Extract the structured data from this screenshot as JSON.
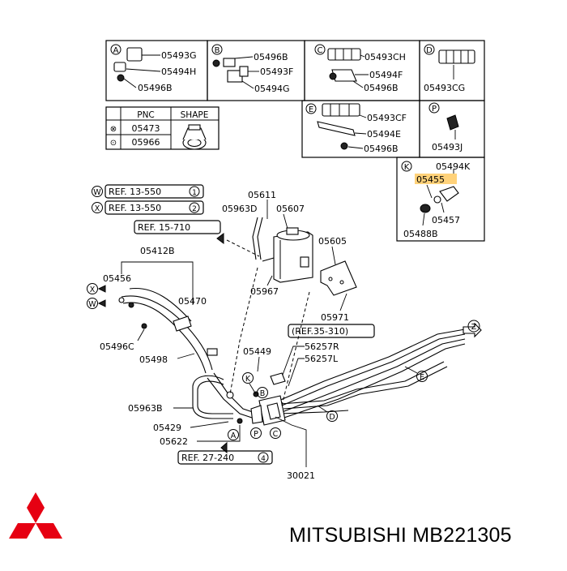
{
  "colors": {
    "logo": "#e60012",
    "highlight": "#ffd27a",
    "line": "#000000"
  },
  "boxes": {
    "A": {
      "letter": "A",
      "parts": [
        "05493G",
        "05494H",
        "05496B"
      ]
    },
    "B": {
      "letter": "B",
      "parts": [
        "05496B",
        "05493F",
        "05494G"
      ]
    },
    "C": {
      "letter": "C",
      "parts": [
        "05493CH",
        "05494F",
        "05496B"
      ]
    },
    "D": {
      "letter": "D",
      "parts": [
        "05493CG"
      ]
    },
    "E": {
      "letter": "E",
      "parts": [
        "05493CF",
        "05494E",
        "05496B"
      ]
    },
    "P": {
      "letter": "P",
      "parts": [
        "05493J"
      ]
    },
    "K": {
      "letter": "K",
      "parts": [
        "05494K",
        "05455",
        "05457",
        "05488B"
      ]
    }
  },
  "pnc_table": {
    "headers": [
      "PNC",
      "SHAPE"
    ],
    "rows": [
      {
        "symbol": "⊗",
        "pnc": "05473"
      },
      {
        "symbol": "⊙",
        "pnc": "05966"
      }
    ]
  },
  "refs": {
    "w": {
      "symbol": "W",
      "text": "REF. 13-550",
      "num": "1"
    },
    "x": {
      "symbol": "X",
      "text": "REF. 13-550",
      "num": "2"
    },
    "r15": {
      "text": "REF. 15-710"
    },
    "r35": {
      "text": "(REF.35-310)"
    },
    "r27": {
      "text": "REF. 27-240",
      "num": "4"
    }
  },
  "labels": {
    "p05611": "05611",
    "p05963d": "05963D",
    "p05607": "05607",
    "p05605": "05605",
    "p05967": "05967",
    "p05971": "05971",
    "p05412b": "05412B",
    "p05456": "05456",
    "p05470": "05470",
    "p05496c": "05496C",
    "p05498": "05498",
    "p05449": "05449",
    "p56257r": "56257R",
    "p56257l": "56257L",
    "p05963b": "05963B",
    "p05429": "05429",
    "p05622": "05622",
    "p30021": "30021"
  },
  "callouts": {
    "x": "X",
    "w": "W",
    "k": "K",
    "b": "B",
    "a": "A",
    "p": "P",
    "c": "C",
    "d": "D",
    "e": "E",
    "z": "Z"
  },
  "brand": {
    "text": "MITSUBISHI MB221305"
  }
}
